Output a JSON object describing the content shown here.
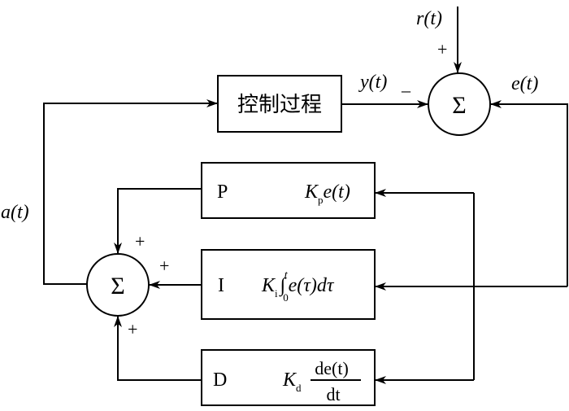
{
  "process_block": {
    "label": "控制过程"
  },
  "signals": {
    "reference": "r(t)",
    "output": "y(t)",
    "error": "e(t)",
    "control": "a(t)"
  },
  "signs": {
    "reference_sign": "+",
    "output_sign": "–",
    "p_sign": "+",
    "i_sign": "+",
    "d_sign": "+"
  },
  "summing_junctions": {
    "symbol": "Σ"
  },
  "pid_blocks": {
    "p": {
      "name": "P",
      "gain": "K",
      "gain_sub": "p",
      "expr": "e(t)"
    },
    "i": {
      "name": "I",
      "gain": "K",
      "gain_sub": "i",
      "integral": "∫",
      "lower": "0",
      "upper": "t",
      "expr": "e(τ)dτ"
    },
    "d": {
      "name": "D",
      "gain": "K",
      "gain_sub": "d",
      "numerator": "de(t)",
      "denominator": "dt"
    }
  }
}
